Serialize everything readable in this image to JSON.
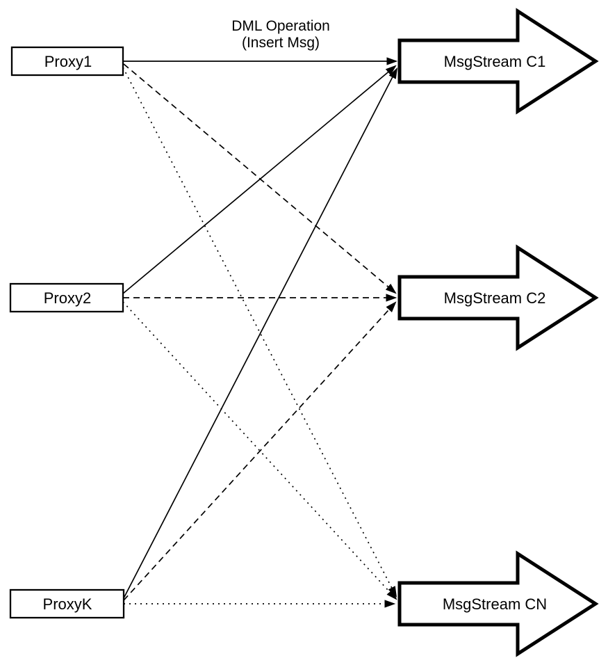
{
  "diagram": {
    "background_color": "#ffffff",
    "stroke_color": "#000000",
    "node_fill_color": "#ffffff",
    "title": {
      "line1": "DML Operation",
      "line2": "(Insert Msg)"
    },
    "proxies": [
      {
        "id": "proxy1",
        "label": "Proxy1"
      },
      {
        "id": "proxy2",
        "label": "Proxy2"
      },
      {
        "id": "proxyk",
        "label": "ProxyK"
      }
    ],
    "streams": [
      {
        "id": "msgstream-c1",
        "label": "MsgStream C1",
        "incoming_line_style": "solid"
      },
      {
        "id": "msgstream-c2",
        "label": "MsgStream C2",
        "incoming_line_style": "dashed"
      },
      {
        "id": "msgstream-cn",
        "label": "MsgStream CN",
        "incoming_line_style": "dotted"
      }
    ],
    "edges": [
      {
        "from": "Proxy1",
        "to": "MsgStream C1",
        "style": "solid"
      },
      {
        "from": "Proxy2",
        "to": "MsgStream C1",
        "style": "solid"
      },
      {
        "from": "ProxyK",
        "to": "MsgStream C1",
        "style": "solid"
      },
      {
        "from": "Proxy1",
        "to": "MsgStream C2",
        "style": "dashed"
      },
      {
        "from": "Proxy2",
        "to": "MsgStream C2",
        "style": "dashed"
      },
      {
        "from": "ProxyK",
        "to": "MsgStream C2",
        "style": "dashed"
      },
      {
        "from": "Proxy1",
        "to": "MsgStream CN",
        "style": "dotted"
      },
      {
        "from": "Proxy2",
        "to": "MsgStream CN",
        "style": "dotted"
      },
      {
        "from": "ProxyK",
        "to": "MsgStream CN",
        "style": "dotted"
      }
    ]
  }
}
